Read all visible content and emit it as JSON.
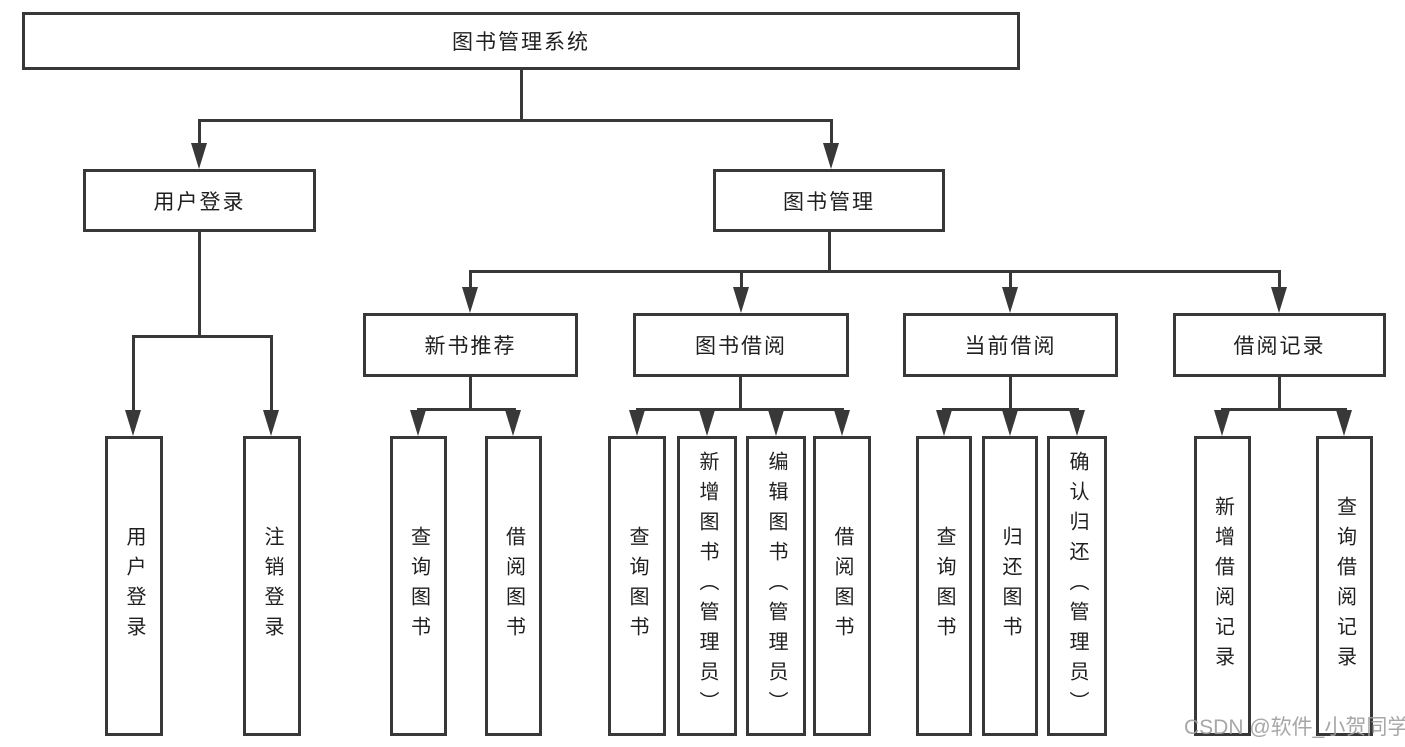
{
  "diagram": {
    "root": {
      "label": "图书管理系统"
    },
    "level2": [
      {
        "label": "用户登录"
      },
      {
        "label": "图书管理"
      }
    ],
    "level3": [
      {
        "label": "新书推荐"
      },
      {
        "label": "图书借阅"
      },
      {
        "label": "当前借阅"
      },
      {
        "label": "借阅记录"
      }
    ],
    "leaves": {
      "user_login": [
        {
          "label": "用户登录"
        },
        {
          "label": "注销登录"
        }
      ],
      "new_book": [
        {
          "label": "查询图书"
        },
        {
          "label": "借阅图书"
        }
      ],
      "book_borrow": [
        {
          "label": "查询图书"
        },
        {
          "label": "新增图书（管理员）"
        },
        {
          "label": "编辑图书（管理员）"
        },
        {
          "label": "借阅图书"
        }
      ],
      "current_borrow": [
        {
          "label": "查询图书"
        },
        {
          "label": "归还图书"
        },
        {
          "label": "确认归还（管理员）"
        }
      ],
      "borrow_record": [
        {
          "label": "新增借阅记录"
        },
        {
          "label": "查询借阅记录"
        }
      ]
    }
  },
  "watermark": {
    "text": "CSDN @软件_小贺同学"
  },
  "colors": {
    "line": "#383838",
    "text": "#1f1f1f",
    "watermark": "#a0a0a0",
    "background": "#ffffff"
  }
}
